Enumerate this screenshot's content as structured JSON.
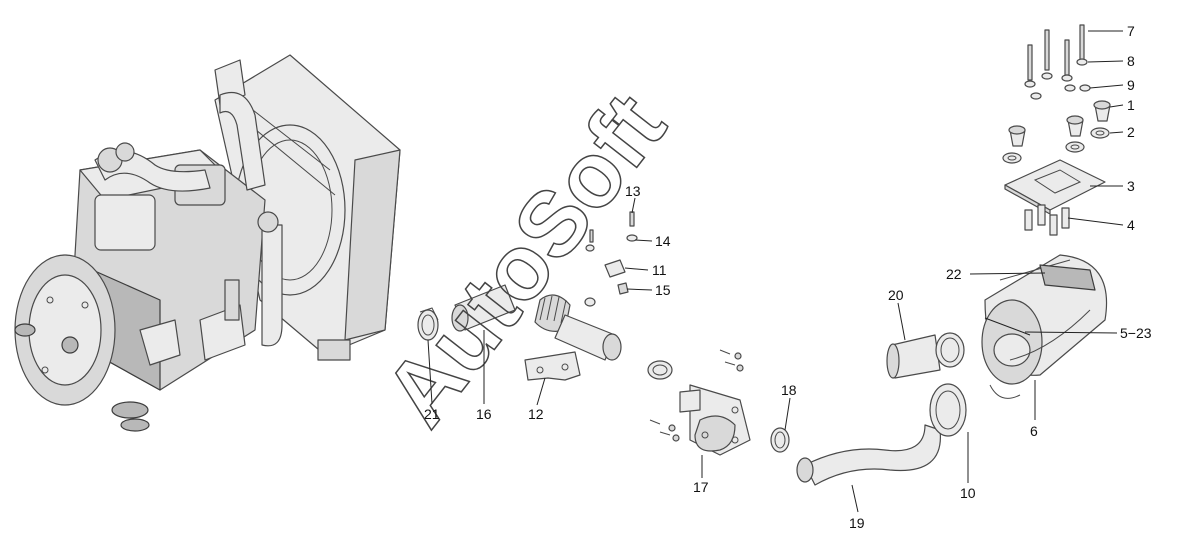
{
  "watermark": "AutoSoft",
  "callouts": [
    {
      "id": "1",
      "text": "1"
    },
    {
      "id": "2",
      "text": "2"
    },
    {
      "id": "3",
      "text": "3"
    },
    {
      "id": "4",
      "text": "4"
    },
    {
      "id": "5-23",
      "text": "5−23"
    },
    {
      "id": "6",
      "text": "6"
    },
    {
      "id": "7",
      "text": "7"
    },
    {
      "id": "8",
      "text": "8"
    },
    {
      "id": "9",
      "text": "9"
    },
    {
      "id": "10",
      "text": "10"
    },
    {
      "id": "11",
      "text": "11"
    },
    {
      "id": "12",
      "text": "12"
    },
    {
      "id": "13",
      "text": "13"
    },
    {
      "id": "14",
      "text": "14"
    },
    {
      "id": "15",
      "text": "15"
    },
    {
      "id": "16",
      "text": "16"
    },
    {
      "id": "17",
      "text": "17"
    },
    {
      "id": "18",
      "text": "18"
    },
    {
      "id": "19",
      "text": "19"
    },
    {
      "id": "20",
      "text": "20"
    },
    {
      "id": "21",
      "text": "21"
    },
    {
      "id": "22",
      "text": "22"
    }
  ]
}
